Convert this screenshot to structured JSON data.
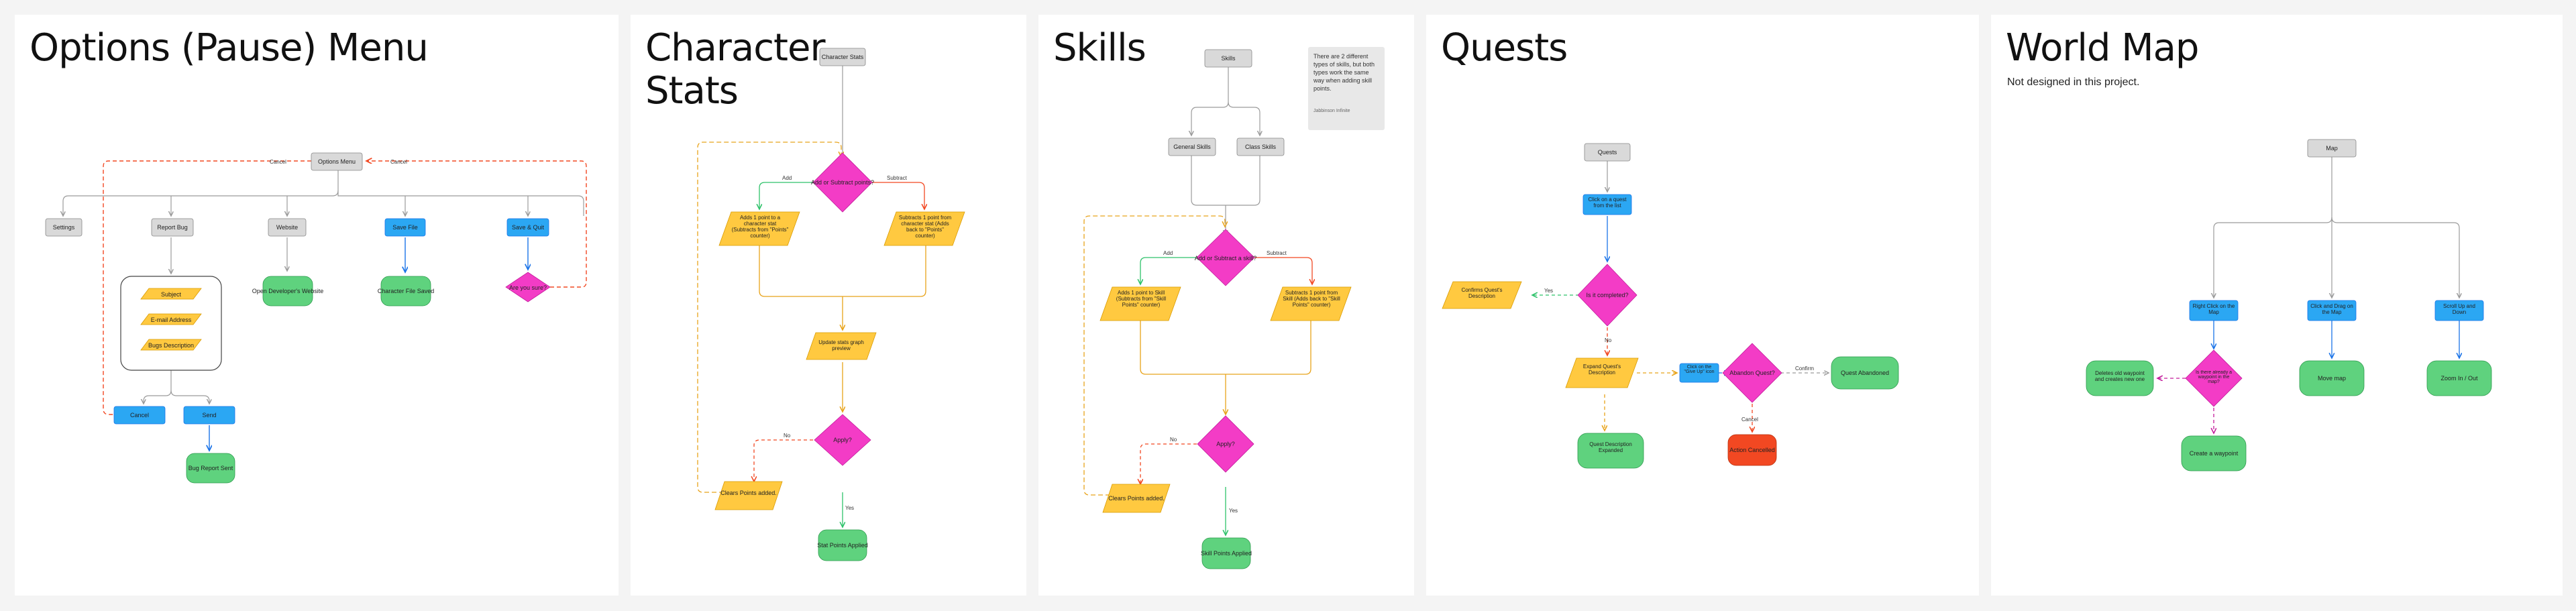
{
  "colors": {
    "gray": "#d9d9d9",
    "blue": "#2ba7f3",
    "green": "#5fd27e",
    "yellow": "#ffc940",
    "pink": "#f33cc6",
    "red": "#f24822",
    "line": "#9b9b9b",
    "orange": "#e8a31a"
  },
  "options": {
    "title": "Options (Pause) Menu",
    "menu": "Options Menu",
    "cancel1": "Cancel",
    "cancel2": "Cancel",
    "settings": "Settings",
    "report_bug": "Report Bug",
    "website": "Website",
    "save_file": "Save File",
    "save_quit": "Save & Quit",
    "subject": "Subject",
    "email": "E-mail Address",
    "bug_desc": "Bugs Description",
    "open_dev": "Open Developer's Website",
    "char_saved": "Character File Saved",
    "are_you_sure": "Are you sure?",
    "cancel_btn": "Cancel",
    "send_btn": "Send",
    "bug_sent": "Bug Report Sent"
  },
  "character": {
    "title": "Character\nStats",
    "start": "Character Stats",
    "decision": "Add or Subtract points?",
    "add": "Add",
    "subtract": "Subtract",
    "add_box": "Adds 1 point to a character stat (Subtracts from \"Points\" counter)",
    "sub_box": "Subtracts 1 point from character stat (Adds back to \"Points\" counter)",
    "update": "Update stats graph preview",
    "apply": "Apply?",
    "no": "No",
    "yes": "Yes",
    "clears": "Clears Points added.",
    "applied": "Stat Points Applied"
  },
  "skills": {
    "title": "Skills",
    "start": "Skills",
    "general": "General Skills",
    "class": "Class Skills",
    "note": "There are 2 different types of skills, but both types work the same way when adding skill points.",
    "note_author": "Jabbinson Infinite",
    "decision": "Add or Subtract a skill?",
    "add": "Add",
    "subtract": "Subtract",
    "add_box": "Adds 1 point to Skill (Subtracts from \"Skill Points\" counter)",
    "sub_box": "Subtracts 1 point from Skill (Adds back to \"Skill Points\" counter)",
    "apply": "Apply?",
    "no": "No",
    "yes": "Yes",
    "clears": "Clears Points added.",
    "applied": "Skill Points Applied"
  },
  "quests": {
    "title": "Quests",
    "start": "Quests",
    "click": "Click on a quest from the list",
    "decision": "Is it completed?",
    "yes1": "Yes",
    "no": "No",
    "confirm_desc": "Confirms Quest's Description",
    "expand": "Expand Quest's Description",
    "click_give_up": "Click on the \"Give Up\" icon",
    "abandon": "Abandon Quest?",
    "confirm_lbl": "Confirm",
    "cancel_lbl": "Cancel",
    "abandoned": "Quest Abandoned",
    "action_cancelled": "Action Cancelled",
    "desc_expanded": "Quest Description Expanded"
  },
  "worldmap": {
    "title": "World Map",
    "subtitle": "Not designed in this project.",
    "start": "Map",
    "right_click": "Right Click on the Map",
    "click_drag": "Click and Drag on the Map",
    "scroll": "Scroll Up and Down",
    "decision": "Is there already a waypoint in the map?",
    "deletes": "Deletes old waypoint and creates new one",
    "creates": "Create a waypoint",
    "move": "Move map",
    "zoom": "Zoom In / Out"
  }
}
